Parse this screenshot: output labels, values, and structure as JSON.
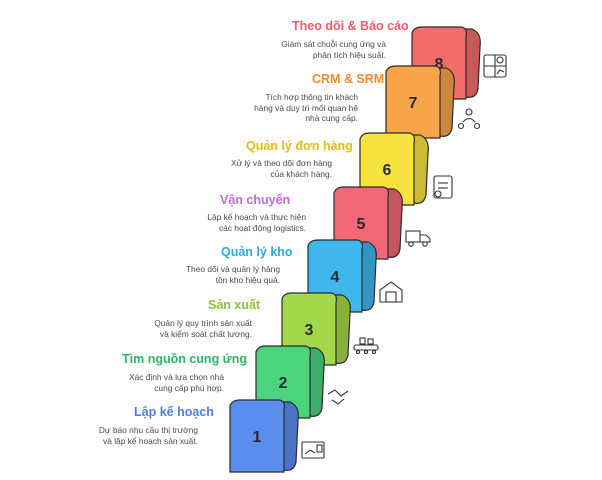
{
  "steps": [
    {
      "number": "1",
      "title": "Lập kế hoạch",
      "description": "Dự báo nhu cầu thị trường\nvà lập kế hoạch sản xuất.",
      "color": "#5B8DEF",
      "icon": "planning-board-icon"
    },
    {
      "number": "2",
      "title": "Tìm nguồn cung ứng",
      "description": "Xác định và lựa chọn nhà\ncung cấp phù hợp.",
      "color": "#4CD37F",
      "icon": "handshake-icon"
    },
    {
      "number": "3",
      "title": "Sản xuất",
      "description": "Quản lý quy trình sản xuất\nvà kiểm soát chất lượng.",
      "color": "#A3D84A",
      "icon": "assembly-line-icon"
    },
    {
      "number": "4",
      "title": "Quản lý kho",
      "description": "Theo dõi và quản lý hàng\ntồn kho hiệu quả.",
      "color": "#3FB6EE",
      "icon": "warehouse-icon"
    },
    {
      "number": "5",
      "title": "Vận chuyển",
      "description": "Lập kế hoạch và thực hiện\ncác hoạt động logistics.",
      "color": "#F26876",
      "icon": "truck-icon"
    },
    {
      "number": "6",
      "title": "Quản lý đơn hàng",
      "description": "Xử lý và theo dõi đơn hàng\ncủa khách hàng.",
      "color": "#F7E33F",
      "icon": "order-clipboard-icon"
    },
    {
      "number": "7",
      "title": "CRM & SRM",
      "description": "Tích hợp thông tin khách\nhàng và duy trì mối quan hệ\nnhà cung cấp.",
      "color": "#F8A54A",
      "icon": "people-network-icon"
    },
    {
      "number": "8",
      "title": "Theo dõi & Báo cáo",
      "description": "Giám sát chuỗi cung ứng và\nphân tích hiệu suất.",
      "color": "#F36C6C",
      "icon": "analytics-report-icon"
    }
  ],
  "colors": {
    "title_1": "#4A7FE0",
    "title_2": "#2DB56A",
    "title_3": "#8CC232",
    "title_4": "#2EA8E0",
    "title_5": "#C36BD9",
    "title_6": "#E3BE10",
    "title_7": "#F08A2C",
    "title_8": "#EF5A6A"
  }
}
